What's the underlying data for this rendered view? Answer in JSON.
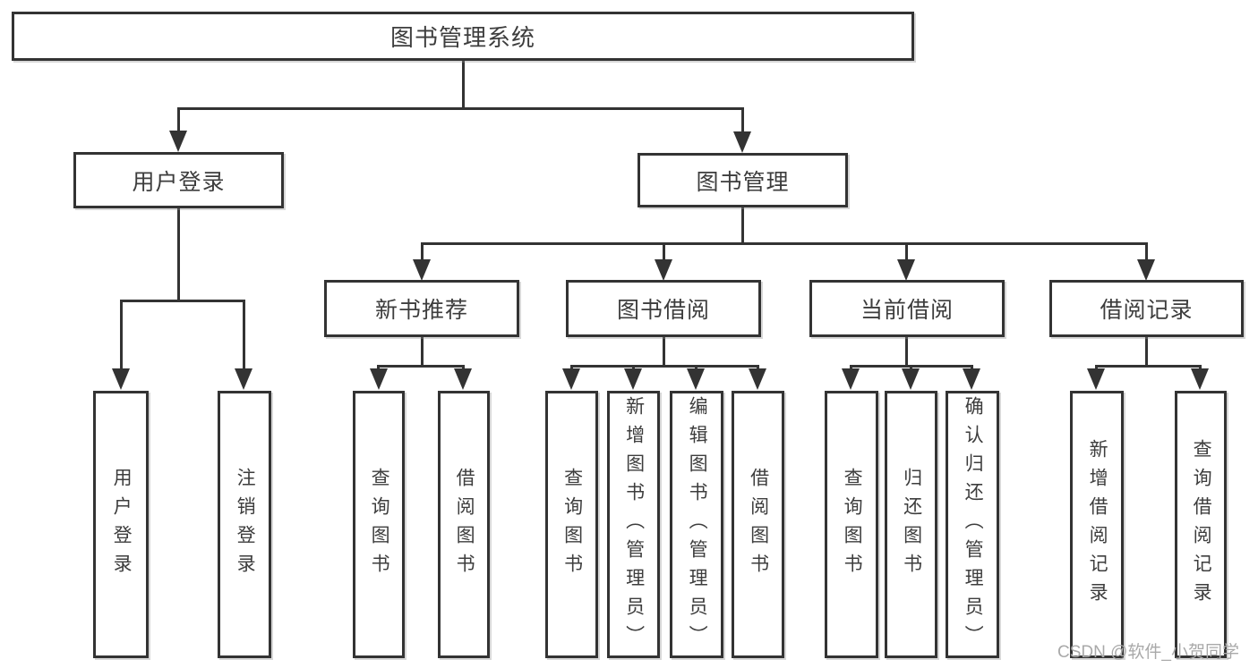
{
  "tree": {
    "root": {
      "label": "图书管理系统"
    },
    "branches": [
      {
        "label": "用户登录",
        "children": [
          {
            "label": "用户登录"
          },
          {
            "label": "注销登录"
          }
        ]
      },
      {
        "label": "图书管理",
        "children": [
          {
            "label": "新书推荐",
            "children": [
              {
                "label": "查询图书"
              },
              {
                "label": "借阅图书"
              }
            ]
          },
          {
            "label": "图书借阅",
            "children": [
              {
                "label": "查询图书"
              },
              {
                "label": "新增图书（管理员）"
              },
              {
                "label": "编辑图书（管理员）"
              },
              {
                "label": "借阅图书"
              }
            ]
          },
          {
            "label": "当前借阅",
            "children": [
              {
                "label": "查询图书"
              },
              {
                "label": "归还图书"
              },
              {
                "label": "确认归还（管理员）"
              }
            ]
          },
          {
            "label": "借阅记录",
            "children": [
              {
                "label": "新增借阅记录"
              },
              {
                "label": "查询借阅记录"
              }
            ]
          }
        ]
      }
    ]
  },
  "watermark": "CSDN @软件_小贺同学",
  "colors": {
    "line": "#333333",
    "text": "#3d3d3d",
    "watermark": "#a9a9a9",
    "background": "#ffffff"
  }
}
